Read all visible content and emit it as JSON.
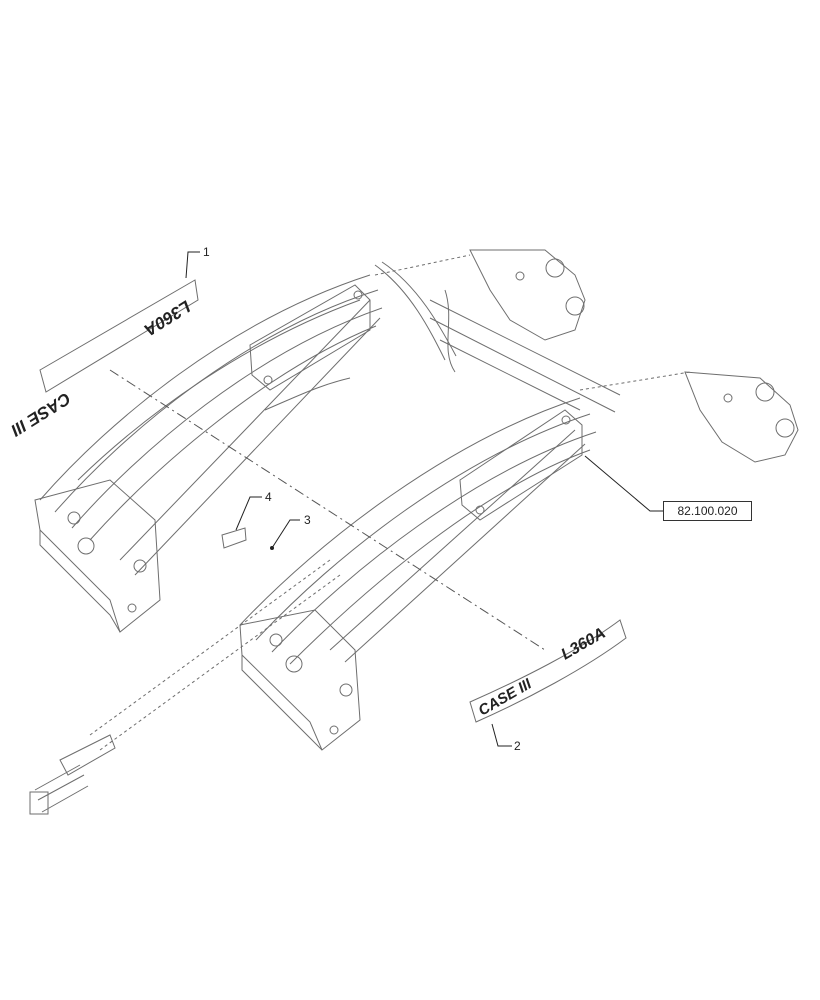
{
  "callouts": {
    "item_1": "1",
    "item_2": "2",
    "item_3": "3",
    "item_4": "4"
  },
  "reference_label": "82.100.020",
  "decal_left": {
    "brand": "CASE III",
    "model": "L360A"
  },
  "decal_right": {
    "brand": "CASE III",
    "model": "L360A"
  }
}
